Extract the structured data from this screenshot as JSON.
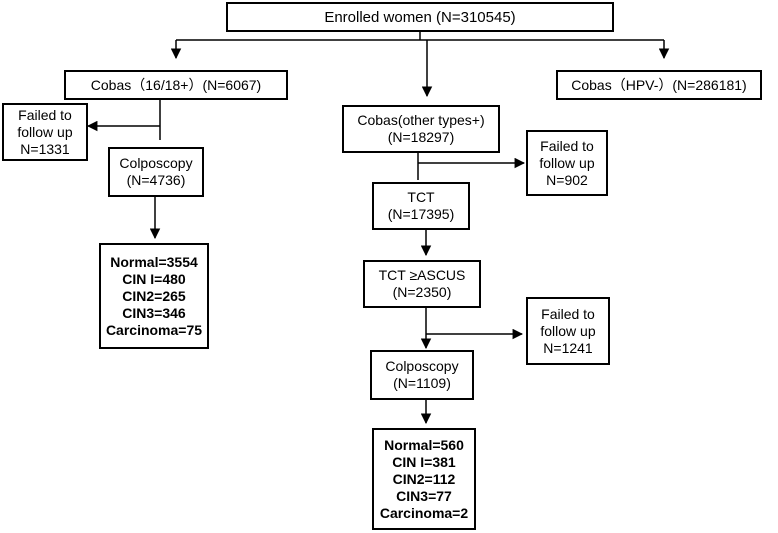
{
  "diagram": {
    "enrolled": {
      "lines": [
        "Enrolled women (N=310545)"
      ]
    },
    "cobas_1618": {
      "lines": [
        "Cobas（16/18+）(N=6067)"
      ]
    },
    "cobas_other": {
      "lines": [
        "Cobas(other types+)",
        "(N=18297)"
      ]
    },
    "cobas_neg": {
      "lines": [
        "Cobas（HPV-）(N=286181)"
      ]
    },
    "failed_left": {
      "lines": [
        "Failed to",
        "follow up",
        "N=1331"
      ]
    },
    "colposcopy_left": {
      "lines": [
        "Colposcopy",
        "(N=4736)"
      ]
    },
    "results_left": {
      "lines": [
        "Normal=3554",
        "CIN I=480",
        "CIN2=265",
        "CIN3=346",
        "Carcinoma=75"
      ]
    },
    "failed_mid1": {
      "lines": [
        "Failed to",
        "follow up",
        "N=902"
      ]
    },
    "tct": {
      "lines": [
        "TCT",
        "(N=17395)"
      ]
    },
    "tct_ascus": {
      "lines": [
        "TCT ≥ASCUS",
        "(N=2350)"
      ]
    },
    "failed_mid2": {
      "lines": [
        "Failed to",
        "follow up",
        "N=1241"
      ]
    },
    "colposcopy_mid": {
      "lines": [
        "Colposcopy",
        "(N=1109)"
      ]
    },
    "results_mid": {
      "lines": [
        "Normal=560",
        "CIN I=381",
        "CIN2=112",
        "CIN3=77",
        "Carcinoma=2"
      ]
    }
  }
}
